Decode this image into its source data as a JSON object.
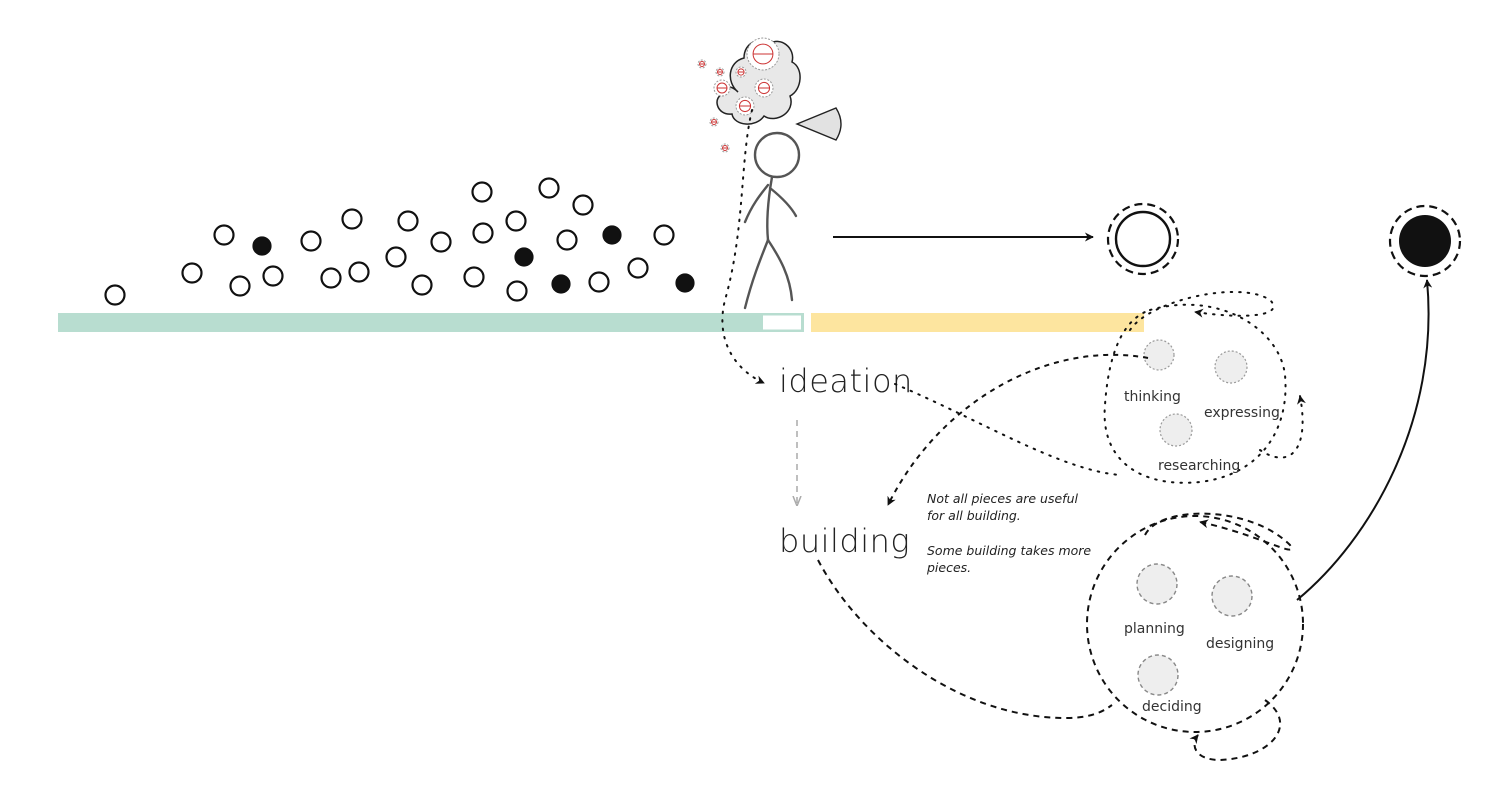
{
  "labels": {
    "ideation": "ideation",
    "building": "building"
  },
  "ideation_cluster": {
    "items": [
      "thinking",
      "expressing",
      "researching"
    ]
  },
  "building_cluster": {
    "items": [
      "planning",
      "designing",
      "deciding"
    ]
  },
  "notes": {
    "line1": "Not all pieces are useful",
    "line2": "for all building.",
    "line3": "Some building takes more",
    "line4": "pieces."
  },
  "colors": {
    "ideation_bar": "#b8ddd0",
    "building_bar": "#fde59f",
    "stroke": "#111111",
    "figure": "#555555",
    "bubble_fill": "#eeeeee",
    "cloud_fill": "#e8e8e8",
    "accent_red": "#cc3333"
  },
  "icons": {
    "stick_figure": "person-walking-icon",
    "thought_cloud": "thought-cloud-icon",
    "vision_cone": "vision-cone-icon"
  }
}
